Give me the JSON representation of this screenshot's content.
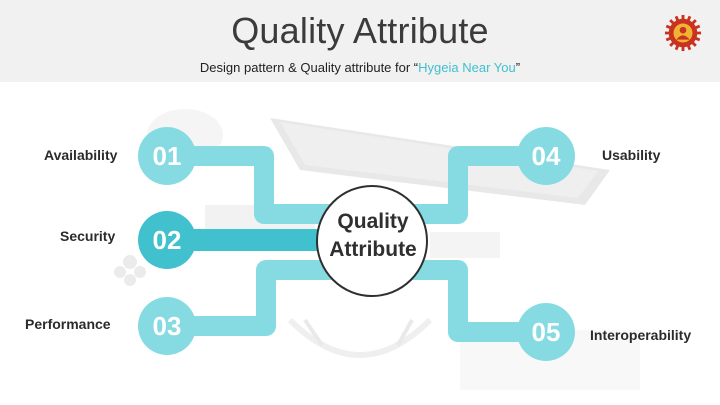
{
  "header": {
    "title": "Quality Attribute",
    "subtitle_prefix": "Design pattern & Quality attribute for “",
    "subtitle_highlight": "Hygeia Near You",
    "subtitle_suffix": "”"
  },
  "center": {
    "line1": "Quality",
    "line2": "Attribute"
  },
  "attributes": [
    {
      "number": "01",
      "label": "Availability"
    },
    {
      "number": "02",
      "label": "Security"
    },
    {
      "number": "03",
      "label": "Performance"
    },
    {
      "number": "04",
      "label": "Usability"
    },
    {
      "number": "05",
      "label": "Interoperability"
    }
  ],
  "colors": {
    "accent": "#41c0cd",
    "accent_light": "#86dbe2",
    "header_bg": "#f1f1f1",
    "title_text": "#3b3b3b"
  }
}
